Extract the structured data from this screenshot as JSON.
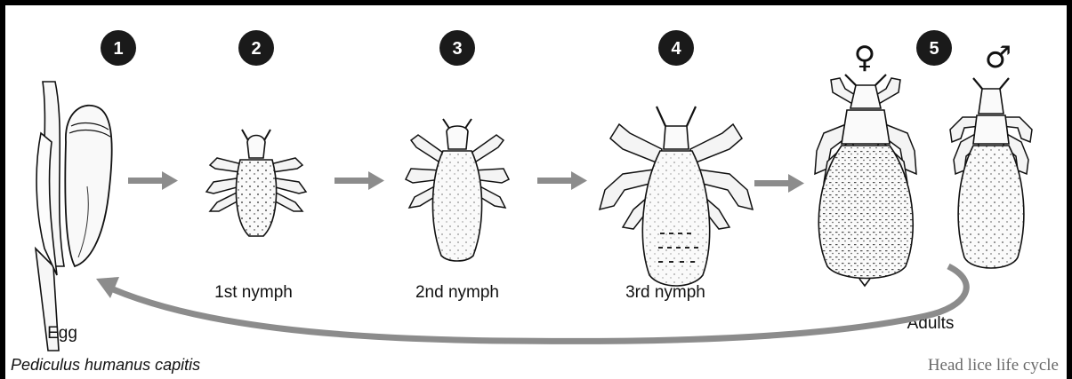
{
  "diagram": {
    "stages": [
      {
        "number": "1",
        "label": "Egg"
      },
      {
        "number": "2",
        "label": "1st nymph"
      },
      {
        "number": "3",
        "label": "2nd nymph"
      },
      {
        "number": "4",
        "label": "3rd nymph"
      },
      {
        "number": "5",
        "label": "Adults"
      }
    ],
    "female_symbol": "♀",
    "male_symbol": "♂",
    "species_name": "Pediculus humanus capitis",
    "caption": "Head lice life cycle"
  },
  "colors": {
    "frame": "#000000",
    "arrow": "#8c8c8c",
    "badge": "#1a1a1a",
    "caption_text": "#6a6a6a"
  }
}
